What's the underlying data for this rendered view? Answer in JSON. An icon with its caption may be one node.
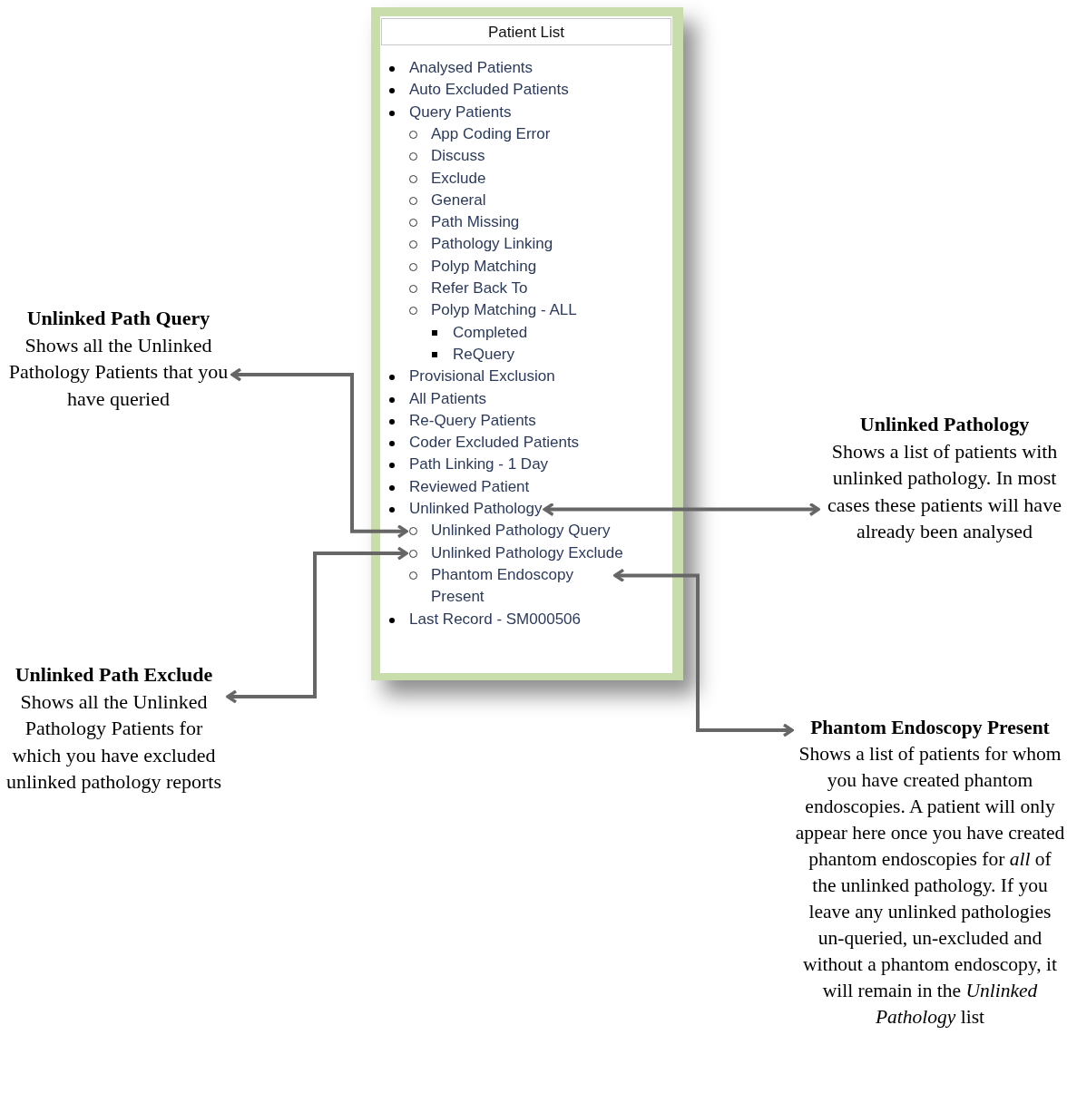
{
  "diagram": {
    "nodes": [
      {
        "text": [
          "Patient List"
        ]
      },
      {
        "text": [
          "Analysed Patients"
        ],
        "in": 0
      },
      {
        "text": [
          "Auto Excluded Patients"
        ],
        "in": 0
      },
      {
        "text": [
          "Query Patients"
        ],
        "in": 0
      },
      {
        "text": [
          "App Coding Error"
        ],
        "in": 0
      },
      {
        "text": [
          "Discuss"
        ],
        "in": 0
      },
      {
        "text": [
          "Exclude"
        ],
        "in": 0
      },
      {
        "text": [
          "General"
        ],
        "in": 0
      },
      {
        "text": [
          "Path Missing"
        ],
        "in": 0
      },
      {
        "text": [
          "Pathology Linking"
        ],
        "in": 0
      },
      {
        "text": [
          "Polyp Matching"
        ],
        "in": 0
      },
      {
        "text": [
          "Refer Back To"
        ],
        "in": 0
      },
      {
        "text": [
          "Polyp Matching - ALL"
        ],
        "in": 0
      },
      {
        "text": [
          "Completed"
        ],
        "in": 0
      },
      {
        "text": [
          "ReQuery"
        ],
        "in": 0
      },
      {
        "text": [
          "Provisional Exclusion"
        ],
        "in": 0
      },
      {
        "text": [
          "All Patients"
        ],
        "in": 0
      },
      {
        "text": [
          "Re-Query Patients"
        ],
        "in": 0
      },
      {
        "text": [
          "Coder Excluded Patients"
        ],
        "in": 0
      },
      {
        "text": [
          "Path Linking - 1 Day"
        ],
        "in": 0
      },
      {
        "text": [
          "Reviewed Patient"
        ],
        "in": 0
      },
      {
        "text": [
          "Unlinked Pathology"
        ],
        "in": 0
      },
      {
        "text": [
          "Unlinked Pathology Query"
        ],
        "in": 0
      },
      {
        "text": [
          "Unlinked Pathology Exclude"
        ],
        "in": 0
      },
      {
        "text": [
          "Phantom Endoscopy Present"
        ],
        "in": 0
      },
      {
        "text": [
          "Last Record - SM000506"
        ],
        "in": 0
      },
      {
        "text": [
          "Unlinked Path Query",
          "Shows all the Unlinked Pathology Patients that you have queried"
        ]
      },
      {
        "text": [
          "Unlinked Pathology",
          "Shows a list of patients with unlinked pathology. In most cases these patients will have already been analysed"
        ]
      },
      {
        "text": [
          "Unlinked Path Exclude",
          "Shows all the Unlinked Pathology Patients for which you have excluded unlinked pathology reports"
        ]
      },
      {
        "text": [
          "Phantom Endoscopy Present",
          "Shows a list of patients for whom you have created phantom endoscopies. A patient will only appear here once you have created phantom endoscopies for *all* of the unlinked pathology. If you leave any unlinked pathologies un-queried, un-excluded and without a phantom endoscopy, it will remain in the *Unlinked Pathology* list"
        ]
      }
    ],
    "edges": [
      {
        "from": 26,
        "to": 22,
        "arrow": "both"
      },
      {
        "from": 27,
        "to": 21,
        "arrow": "both"
      },
      {
        "from": 28,
        "to": 23,
        "arrow": "both"
      },
      {
        "from": 29,
        "to": 24,
        "arrow": "both"
      }
    ]
  }
}
